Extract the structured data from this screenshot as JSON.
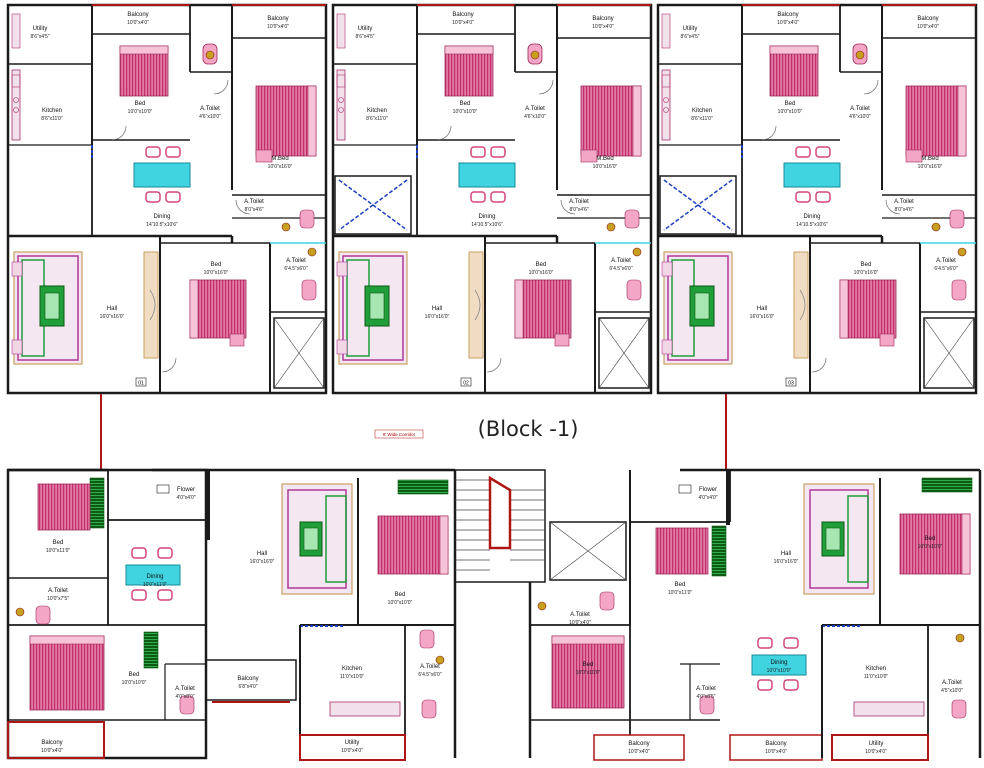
{
  "diagram": {
    "block_title": "(Block -1)",
    "corridor_label": "8' Wide Corridor",
    "colors": {
      "wall": "#1a1a1a",
      "bed_pink": "#d6457d",
      "sofa_green": "#1f9e3a",
      "dining_cyan": "#3fd4e0",
      "door_blue": "#1b3fbf",
      "frame_tan": "#c9a063",
      "accent_red": "#b01515",
      "dark_green": "#0c5a14"
    },
    "flats": {
      "top1": {
        "number": "01",
        "utility": {
          "name": "Utility",
          "dim": "8'6\"x4'5\""
        },
        "balcony": {
          "name": "Balcony",
          "dim": "10'0\"x4'0\""
        },
        "balcony2": {
          "name": "Balcony",
          "dim": "10'0\"x4'0\""
        },
        "kitchen": {
          "name": "Kitchen",
          "dim": "8'6\"x11'0\""
        },
        "bed1": {
          "name": "Bed",
          "dim": "10'0\"x10'0\""
        },
        "atoilet1": {
          "name": "A.Toilet",
          "dim": "4'6\"x10'0\""
        },
        "mbed": {
          "name": "M.Bed",
          "dim": "10'0\"x16'0\""
        },
        "dining": {
          "name": "Dining",
          "dim": "14'10.5\"x10'6\""
        },
        "atoilet2": {
          "name": "A.Toilet",
          "dim": "8'0\"x4'6\""
        },
        "hall": {
          "name": "Hall",
          "dim": "16'0\"x16'0\""
        },
        "bed2": {
          "name": "Bed",
          "dim": "10'0\"x16'0\""
        },
        "atoilet3": {
          "name": "A.Toilet",
          "dim": "6'4.5\"x6'0\""
        }
      },
      "top2": {
        "number": "02",
        "utility": {
          "name": "Utility",
          "dim": "8'6\"x4'5\""
        },
        "balcony": {
          "name": "Balcony",
          "dim": "10'0\"x4'0\""
        },
        "balcony2": {
          "name": "Balcony",
          "dim": "10'0\"x4'0\""
        },
        "kitchen": {
          "name": "Kitchen",
          "dim": "8'6\"x11'0\""
        },
        "bed1": {
          "name": "Bed",
          "dim": "10'0\"x10'0\""
        },
        "atoilet1": {
          "name": "A.Toilet",
          "dim": "4'6\"x10'0\""
        },
        "mbed": {
          "name": "M.Bed",
          "dim": "10'0\"x16'0\""
        },
        "dining": {
          "name": "Dining",
          "dim": "14'10.5\"x10'6\""
        },
        "atoilet2": {
          "name": "A.Toilet",
          "dim": "8'0\"x4'6\""
        },
        "hall": {
          "name": "Hall",
          "dim": "16'0\"x16'0\""
        },
        "bed2": {
          "name": "Bed",
          "dim": "10'0\"x16'0\""
        },
        "atoilet3": {
          "name": "A.Toilet",
          "dim": "6'4.5\"x6'0\""
        }
      },
      "top3": {
        "number": "03",
        "utility": {
          "name": "Utility",
          "dim": "8'6\"x4'5\""
        },
        "balcony": {
          "name": "Balcony",
          "dim": "10'0\"x4'0\""
        },
        "balcony2": {
          "name": "Balcony",
          "dim": "10'0\"x4'0\""
        },
        "kitchen": {
          "name": "Kitchen",
          "dim": "8'6\"x11'0\""
        },
        "bed1": {
          "name": "Bed",
          "dim": "10'0\"x10'0\""
        },
        "atoilet1": {
          "name": "A.Toilet",
          "dim": "4'6\"x10'0\""
        },
        "mbed": {
          "name": "M.Bed",
          "dim": "10'0\"x16'0\""
        },
        "dining": {
          "name": "Dining",
          "dim": "14'10.5\"x10'6\""
        },
        "atoilet2": {
          "name": "A.Toilet",
          "dim": "8'0\"x4'6\""
        },
        "hall": {
          "name": "Hall",
          "dim": "16'0\"x16'0\""
        },
        "bed2": {
          "name": "Bed",
          "dim": "10'0\"x16'0\""
        },
        "atoilet3": {
          "name": "A.Toilet",
          "dim": "6'4.5\"x6'0\""
        }
      },
      "bl": {
        "bed1": {
          "name": "Bed",
          "dim": "10'0\"x11'0\""
        },
        "dining": {
          "name": "Dining",
          "dim": "10'0\"x11'0\""
        },
        "atoilet1": {
          "name": "A.Toilet",
          "dim": "10'0\"x7'5\""
        },
        "bed2": {
          "name": "Bed",
          "dim": "10'0\"x10'0\""
        },
        "atoilet2": {
          "name": "A.Toilet",
          "dim": "4'0\"x8'0\""
        },
        "balcony": {
          "name": "Balcony",
          "dim": "10'0\"x4'0\""
        },
        "flower": {
          "name": "Flower",
          "dim": "4'0\"x4'0\""
        }
      },
      "bm": {
        "hall": {
          "name": "Hall",
          "dim": "16'0\"x16'0\""
        },
        "bed": {
          "name": "Bed",
          "dim": "10'0\"x10'0\""
        },
        "balcony": {
          "name": "Balcony",
          "dim": "6'8\"x4'0\""
        },
        "kitchen": {
          "name": "Kitchen",
          "dim": "11'0\"x10'0\""
        },
        "atoilet": {
          "name": "A.Toilet",
          "dim": "6'4.5\"x6'0\""
        },
        "utility": {
          "name": "Utility",
          "dim": "10'0\"x4'0\""
        }
      },
      "br": {
        "bed1": {
          "name": "Bed",
          "dim": "10'0\"x11'0\""
        },
        "atoilet1": {
          "name": "A.Toilet",
          "dim": "10'0\"x4'0\""
        },
        "bed2": {
          "name": "Bed",
          "dim": "10'0\"x10'0\""
        },
        "atoilet2": {
          "name": "A.Toilet",
          "dim": "4'0\"x8'5\""
        },
        "balcony1": {
          "name": "Balcony",
          "dim": "10'0\"x4'0\""
        },
        "flower": {
          "name": "Flower",
          "dim": "4'0\"x4'0\""
        },
        "dining": {
          "name": "Dining",
          "dim": "10'0\"x10'0\""
        },
        "hall": {
          "name": "Hall",
          "dim": "16'0\"x16'0\""
        },
        "bed3": {
          "name": "Bed",
          "dim": "10'0\"x10'0\""
        },
        "kitchen": {
          "name": "Kitchen",
          "dim": "11'0\"x10'0\""
        },
        "atoilet3": {
          "name": "A.Toilet",
          "dim": "4'5\"x10'0\""
        },
        "balcony2": {
          "name": "Balcony",
          "dim": "10'0\"x4'0\""
        },
        "utility": {
          "name": "Utility",
          "dim": "10'0\"x4'0\""
        }
      }
    }
  }
}
